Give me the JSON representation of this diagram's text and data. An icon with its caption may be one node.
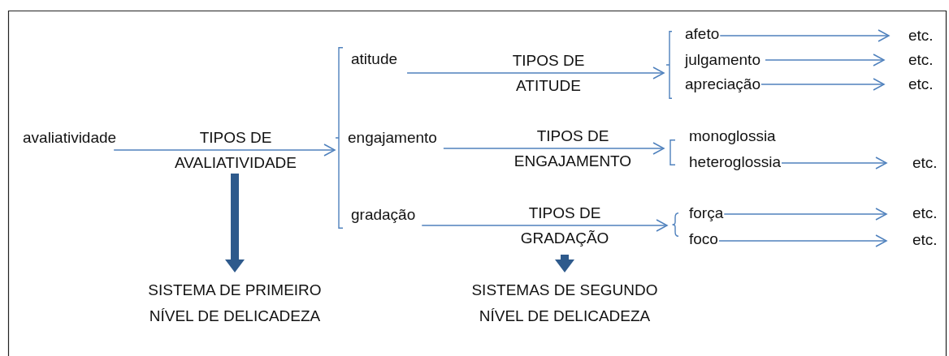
{
  "diagram": {
    "nodes": [
      {
        "text": [
          "avaliatividade"
        ]
      },
      {
        "text": [],
        "shape": "bracket"
      },
      {
        "text": [
          "atitude"
        ]
      },
      {
        "text": [
          "engajamento"
        ]
      },
      {
        "text": [
          "gradação"
        ]
      },
      {
        "text": [],
        "shape": "bracket"
      },
      {
        "text": [
          "afeto"
        ]
      },
      {
        "text": [
          "julgamento"
        ]
      },
      {
        "text": [
          "apreciação"
        ]
      },
      {
        "text": [
          "etc."
        ]
      },
      {
        "text": [
          "etc."
        ]
      },
      {
        "text": [
          "etc."
        ]
      },
      {
        "text": [],
        "shape": "bracket"
      },
      {
        "text": [
          "monoglossia"
        ]
      },
      {
        "text": [
          "heteroglossia"
        ]
      },
      {
        "text": [
          "etc."
        ]
      },
      {
        "text": [],
        "shape": "bracket"
      },
      {
        "text": [
          "força"
        ]
      },
      {
        "text": [
          "foco"
        ]
      },
      {
        "text": [
          "etc."
        ]
      },
      {
        "text": [
          "etc."
        ]
      },
      {
        "text": [
          "SISTEMA DE PRIMEIRO NÍVEL DE DELICADEZA"
        ]
      },
      {
        "text": [
          "SISTEMAS DE SEGUNDO NÍVEL DE DELICADEZA"
        ]
      }
    ],
    "edges": [
      {
        "from": 0,
        "to": 1,
        "arrow": "to",
        "label": "TIPOS DE AVALIATIVIDADE"
      },
      {
        "from": 2,
        "to": 5,
        "arrow": "to",
        "label": "TIPOS DE ATITUDE"
      },
      {
        "from": 3,
        "to": 12,
        "arrow": "to",
        "label": "TIPOS DE ENGAJAMENTO"
      },
      {
        "from": 4,
        "to": 16,
        "arrow": "to",
        "label": "TIPOS DE GRADAÇÃO"
      },
      {
        "from": 6,
        "to": 9,
        "arrow": "to"
      },
      {
        "from": 7,
        "to": 10,
        "arrow": "to"
      },
      {
        "from": 8,
        "to": 11,
        "arrow": "to"
      },
      {
        "from": 14,
        "to": 15,
        "arrow": "to"
      },
      {
        "from": 17,
        "to": 19,
        "arrow": "to"
      },
      {
        "from": 18,
        "to": 20,
        "arrow": "to"
      },
      {
        "from": null,
        "to": 21,
        "arrow": "to",
        "style": "thick",
        "color": "#2e5a8c"
      },
      {
        "from": null,
        "to": 22,
        "arrow": "to",
        "style": "thick",
        "color": "#2e5a8c"
      }
    ]
  }
}
